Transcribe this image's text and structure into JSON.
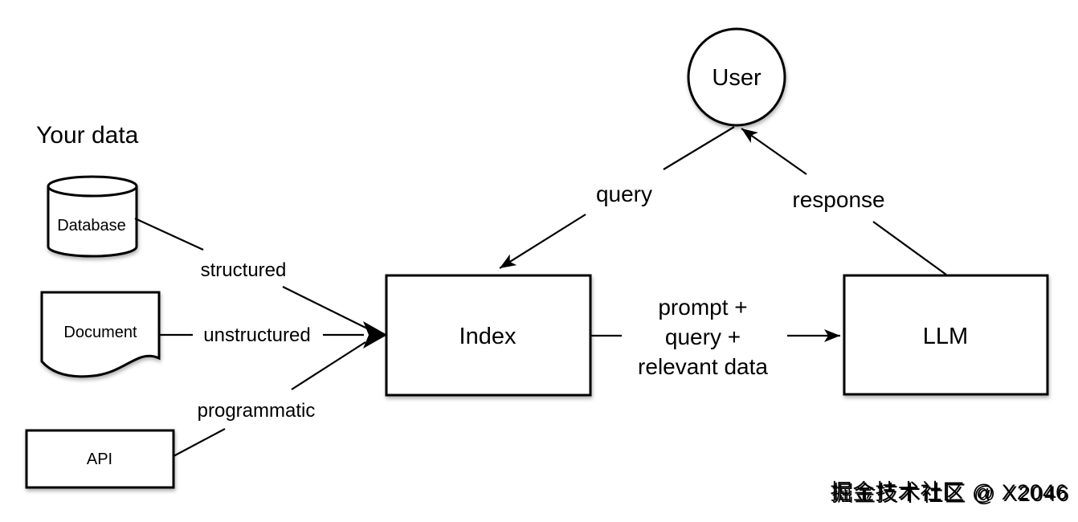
{
  "diagram": {
    "title": "Your data",
    "nodes": {
      "database": {
        "label": "Database"
      },
      "document": {
        "label": "Document"
      },
      "api": {
        "label": "API"
      },
      "index": {
        "label": "Index"
      },
      "llm": {
        "label": "LLM"
      },
      "user": {
        "label": "User"
      }
    },
    "edges": {
      "structured": {
        "label": "structured"
      },
      "unstructured": {
        "label": "unstructured"
      },
      "programmatic": {
        "label": "programmatic"
      },
      "query": {
        "label": "query"
      },
      "response": {
        "label": "response"
      },
      "prompt": {
        "lines": [
          "prompt +",
          "query +",
          "relevant data"
        ]
      }
    },
    "watermark": "掘金技术社区 @ X2046",
    "colors": {
      "stroke": "#000000",
      "shape_fill": "#ffffff",
      "text": "#000000",
      "watermark": "#ebebeb",
      "watermark_shadow": "#a0a0a0"
    }
  }
}
